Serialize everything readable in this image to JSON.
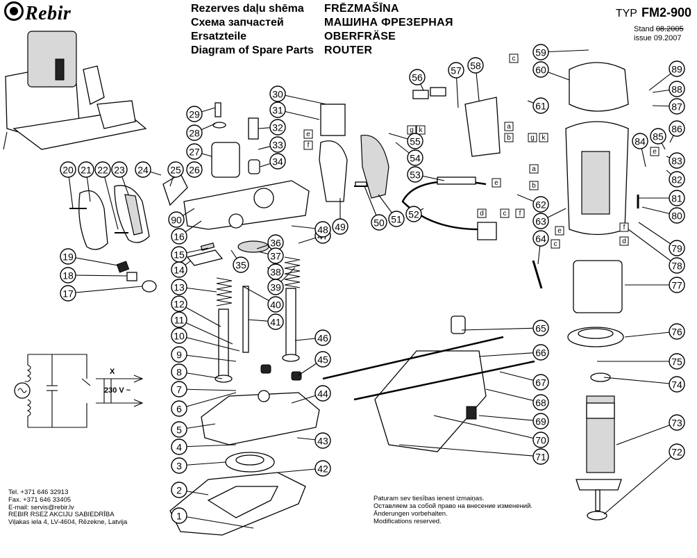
{
  "header": {
    "brand": "Rebir",
    "titles_left": [
      "Rezerves daļu shēma",
      "Схема запчастей",
      "Ersatzteile",
      "Diagram of Spare Parts"
    ],
    "titles_right": [
      "FRĒZMAŠĪNA",
      "МАШИНА ФРЕЗЕРНАЯ",
      "OBERFRÄSE",
      "ROUTER"
    ],
    "typ_label": "TYP",
    "model": "FM2-900",
    "stand_label": "Stand",
    "stand_value": "08.2005",
    "issue_label": "issue",
    "issue_value": "09.2007"
  },
  "contact": [
    "Tel. +371 646 32913",
    "Fax. +371 646 33405",
    "E-mail: servis@rebir.lv",
    "REBIR RSEZ AKCIJU SABIEDRĪBA",
    "Viļakas iela 4, LV-4604, Rēzekne, Latvija"
  ],
  "rights": [
    "Paturam sev tiesības ienest izmaiņas.",
    "Оставляем за собой право на внесение изменений.",
    "Änderungen vorbehalten.",
    "Modifications reserved."
  ],
  "circuit": {
    "x_label": "X",
    "voltage_label": "230 V ~"
  },
  "wire_tags": [
    "a",
    "b",
    "c",
    "d",
    "e",
    "f",
    "g",
    "k"
  ],
  "callouts": [
    "1",
    "2",
    "3",
    "4",
    "5",
    "6",
    "7",
    "8",
    "9",
    "10",
    "11",
    "12",
    "13",
    "14",
    "15",
    "16",
    "17",
    "18",
    "19",
    "20",
    "21",
    "22",
    "23",
    "24",
    "25",
    "26",
    "27",
    "28",
    "29",
    "30",
    "31",
    "32",
    "33",
    "34",
    "35",
    "36",
    "37",
    "38",
    "39",
    "40",
    "41",
    "42",
    "43",
    "44",
    "45",
    "46",
    "47",
    "48",
    "49",
    "50",
    "51",
    "52",
    "53",
    "54",
    "55",
    "56",
    "57",
    "58",
    "59",
    "60",
    "61",
    "62",
    "63",
    "64",
    "65",
    "66",
    "67",
    "68",
    "69",
    "70",
    "71",
    "72",
    "73",
    "74",
    "75",
    "76",
    "77",
    "78",
    "79",
    "80",
    "81",
    "82",
    "83",
    "84",
    "85",
    "86",
    "87",
    "88",
    "89",
    "90"
  ]
}
